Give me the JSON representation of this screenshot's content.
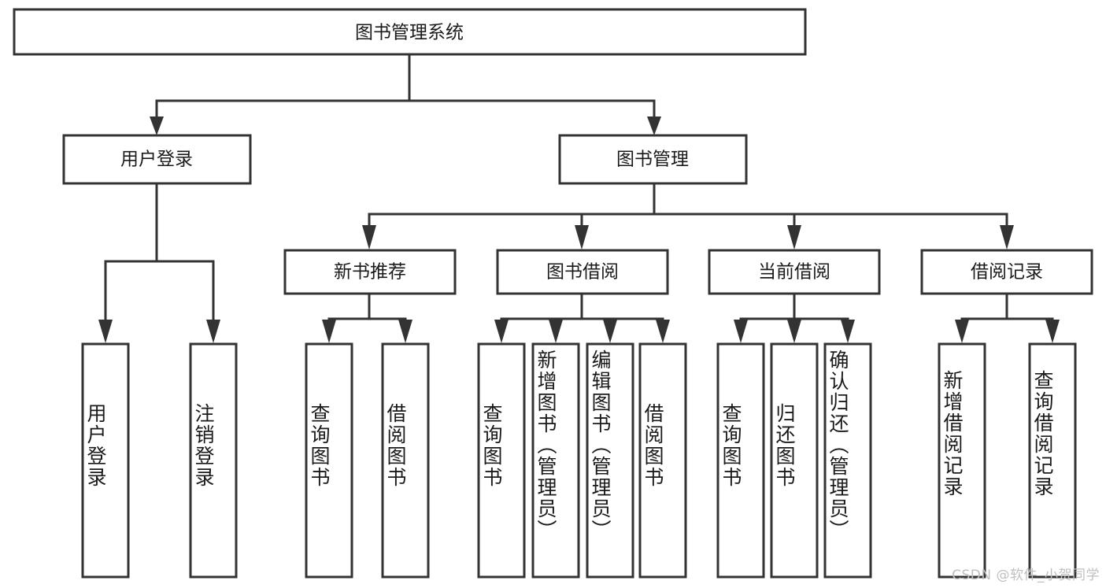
{
  "diagram": {
    "type": "hierarchy-tree",
    "title": "图书管理系统",
    "watermark": "CSDN @软件_小贺同学",
    "colors": {
      "box_stroke": "#333333",
      "box_fill": "#ffffff",
      "text": "#1a1a1a",
      "background": "#ffffff",
      "watermark": "#bfbfbf"
    },
    "root": {
      "label": "图书管理系统",
      "children": [
        {
          "label": "用户登录",
          "children": [
            {
              "label": "用户登录"
            },
            {
              "label": "注销登录"
            }
          ]
        },
        {
          "label": "图书管理",
          "children": [
            {
              "label": "新书推荐",
              "children": [
                {
                  "label": "查询图书"
                },
                {
                  "label": "借阅图书"
                }
              ]
            },
            {
              "label": "图书借阅",
              "children": [
                {
                  "label": "查询图书"
                },
                {
                  "label": "新增图书（管理员）"
                },
                {
                  "label": "编辑图书（管理员）"
                },
                {
                  "label": "借阅图书"
                }
              ]
            },
            {
              "label": "当前借阅",
              "children": [
                {
                  "label": "查询图书"
                },
                {
                  "label": "归还图书"
                },
                {
                  "label": "确认归还（管理员）"
                }
              ]
            },
            {
              "label": "借阅记录",
              "children": [
                {
                  "label": "新增借阅记录"
                },
                {
                  "label": "查询借阅记录"
                }
              ]
            }
          ]
        }
      ]
    },
    "nodes": {
      "root_title": "图书管理系统",
      "l1_user_login": "用户登录",
      "l1_book_manage": "图书管理",
      "l2_new_book": "新书推荐",
      "l2_borrow": "图书借阅",
      "l2_current": "当前借阅",
      "l2_record": "借阅记录",
      "leaf_user_login": "用户登录",
      "leaf_logout": "注销登录",
      "leaf_nb_query": "查询图书",
      "leaf_nb_borrow": "借阅图书",
      "leaf_bw_query": "查询图书",
      "leaf_bw_add": "新增图书（管理员）",
      "leaf_bw_edit": "编辑图书（管理员）",
      "leaf_bw_borrow": "借阅图书",
      "leaf_cur_query": "查询图书",
      "leaf_cur_return": "归还图书",
      "leaf_cur_confirm": "确认归还（管理员）",
      "leaf_rec_add": "新增借阅记录",
      "leaf_rec_query": "查询借阅记录"
    }
  }
}
